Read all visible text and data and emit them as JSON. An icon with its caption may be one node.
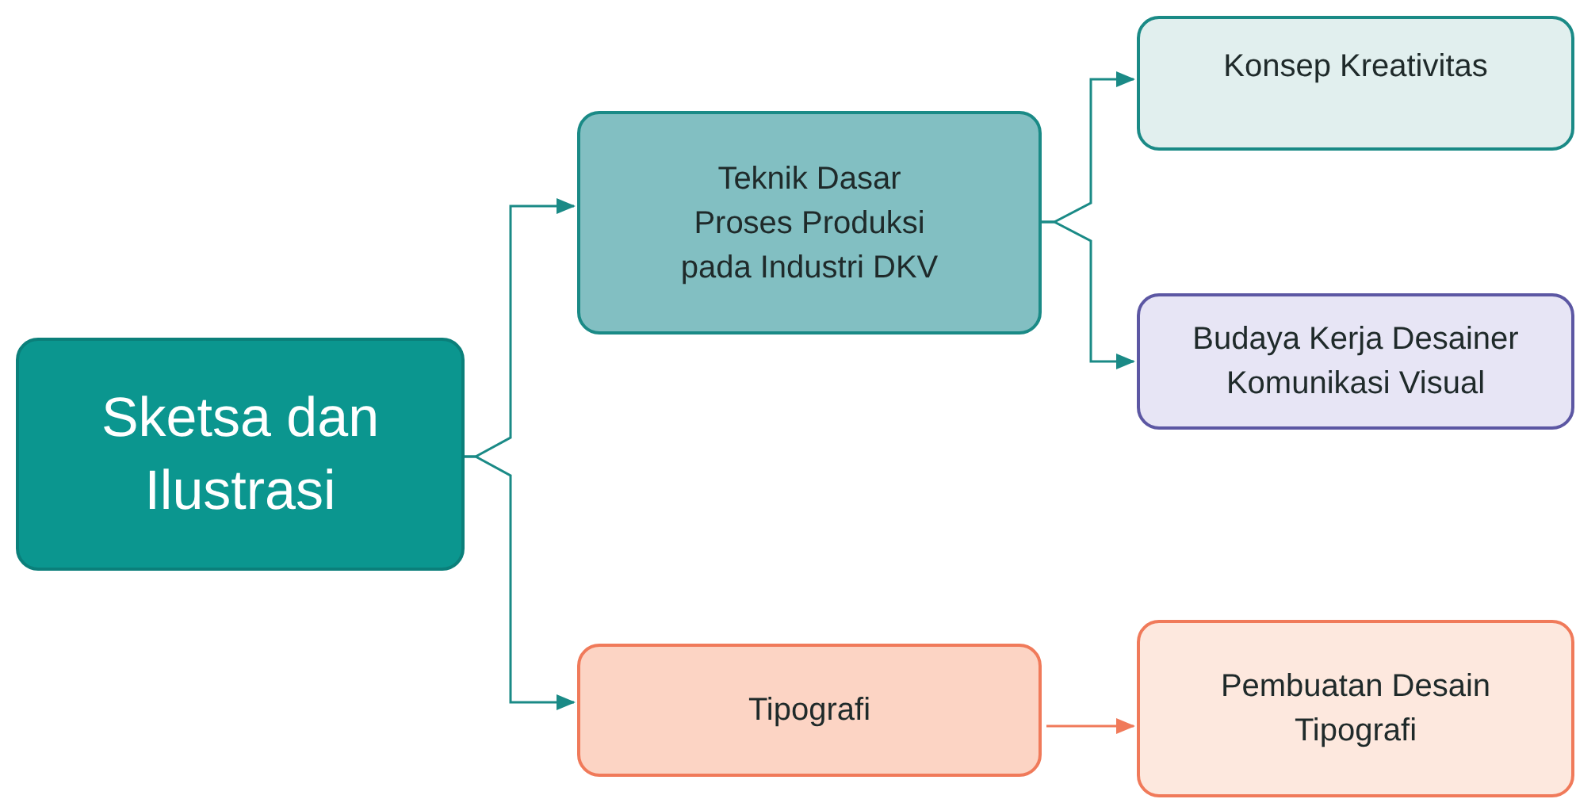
{
  "diagram": {
    "nodes": [
      {
        "text": [
          "Sketsa dan Ilustrasi"
        ]
      },
      {
        "text": [
          "Teknik Dasar Proses Produksi pada Industri DKV"
        ]
      },
      {
        "text": [
          "Konsep Kreativitas"
        ]
      },
      {
        "text": [
          "Budaya Kerja Desainer Komunikasi Visual"
        ]
      },
      {
        "text": [
          "Tipografi"
        ]
      },
      {
        "text": [
          "Pembuatan Desain Tipografi"
        ]
      }
    ],
    "edges": [
      {
        "from": 0,
        "to": 1,
        "arrow": "to"
      },
      {
        "from": 0,
        "to": 4,
        "arrow": "to"
      },
      {
        "from": 1,
        "to": 2,
        "arrow": "to"
      },
      {
        "from": 1,
        "to": 3,
        "arrow": "to"
      },
      {
        "from": 4,
        "to": 5,
        "arrow": "to",
        "color": "#f07a5a"
      }
    ]
  }
}
